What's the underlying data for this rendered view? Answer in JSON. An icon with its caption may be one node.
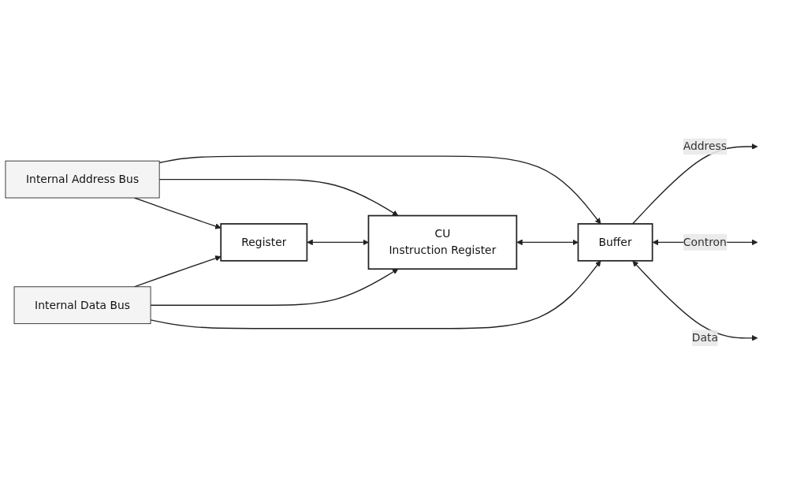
{
  "diagram": {
    "nodes": [
      {
        "text": [
          "Internal Address Bus"
        ]
      },
      {
        "text": [
          "Register"
        ]
      },
      {
        "text": [
          "CU",
          "Instruction Register"
        ]
      },
      {
        "text": [
          "Buffer"
        ]
      },
      {
        "text": [
          "Internal Data Bus"
        ]
      }
    ],
    "edges": [
      {
        "from": 0,
        "to": 1,
        "arrow": "to"
      },
      {
        "from": 0,
        "to": 2,
        "arrow": "to"
      },
      {
        "from": 0,
        "to": 3,
        "arrow": "to"
      },
      {
        "from": 1,
        "to": 2,
        "arrow": "both"
      },
      {
        "from": 2,
        "to": 3,
        "arrow": "both"
      },
      {
        "from": 3,
        "to": null,
        "label": "Address",
        "arrow": "to"
      },
      {
        "from": 3,
        "to": null,
        "label": "Contron",
        "arrow": "both"
      },
      {
        "from": 3,
        "to": null,
        "label": "Data",
        "arrow": "both"
      },
      {
        "from": 4,
        "to": 1,
        "arrow": "to"
      },
      {
        "from": 4,
        "to": 2,
        "arrow": "to"
      },
      {
        "from": 4,
        "to": 3,
        "arrow": "to"
      }
    ]
  }
}
